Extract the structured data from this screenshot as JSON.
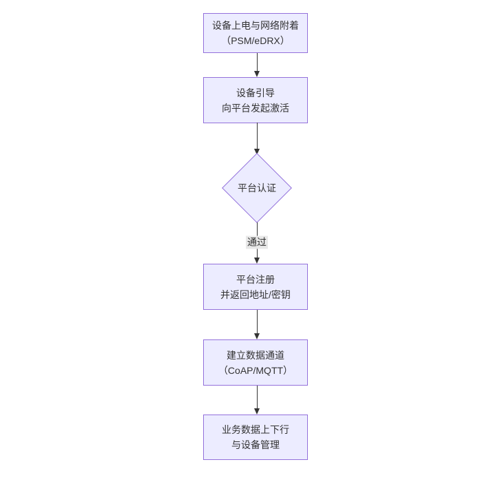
{
  "diagram": {
    "type": "flowchart-top-down",
    "nodes": [
      {
        "id": "A",
        "shape": "rect",
        "lines": [
          "设备上电与网络附着",
          "（PSM/eDRX）"
        ]
      },
      {
        "id": "B",
        "shape": "rect",
        "lines": [
          "设备引导",
          "向平台发起激活"
        ]
      },
      {
        "id": "C",
        "shape": "diamond",
        "lines": [
          "平台认证"
        ]
      },
      {
        "id": "D",
        "shape": "rect",
        "lines": [
          "平台注册",
          "并返回地址/密钥"
        ]
      },
      {
        "id": "E",
        "shape": "rect",
        "lines": [
          "建立数据通道",
          "（CoAP/MQTT）"
        ]
      },
      {
        "id": "F",
        "shape": "rect",
        "lines": [
          "业务数据上下行",
          "与设备管理"
        ]
      }
    ],
    "edges": [
      {
        "from": "A",
        "to": "B",
        "label": ""
      },
      {
        "from": "B",
        "to": "C",
        "label": ""
      },
      {
        "from": "C",
        "to": "D",
        "label": "通过"
      },
      {
        "from": "D",
        "to": "E",
        "label": ""
      },
      {
        "from": "E",
        "to": "F",
        "label": ""
      }
    ],
    "colors": {
      "node_fill": "#ECECFF",
      "node_border": "#9370DB",
      "text": "#333333",
      "edge_line": "#333333",
      "edge_label_bg": "#e8e8e8",
      "background": "#ffffff"
    }
  }
}
